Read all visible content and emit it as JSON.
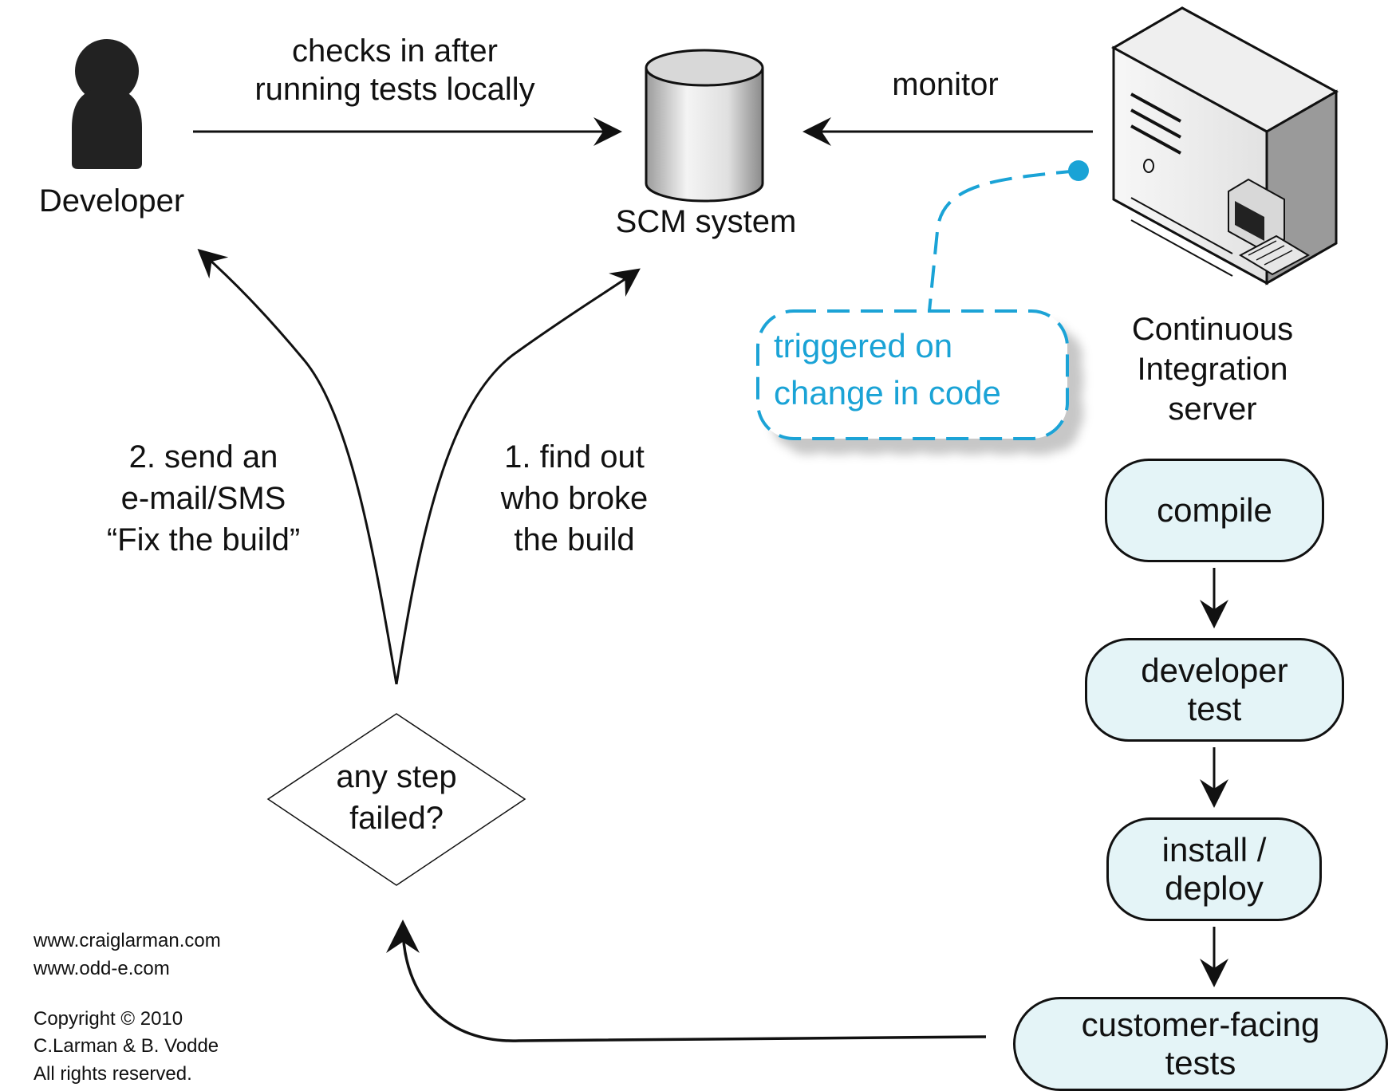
{
  "developer": {
    "label": "Developer"
  },
  "scm": {
    "label": "SCM system"
  },
  "checkin": {
    "line1": "checks in after",
    "line2": "running tests locally"
  },
  "monitor": {
    "label": "monitor"
  },
  "ci_server": {
    "line1": "Continuous",
    "line2": "Integration",
    "line3": "server"
  },
  "trigger_note": {
    "line1": "triggered on",
    "line2": "change in code"
  },
  "steps": {
    "compile": {
      "line1": "compile"
    },
    "developer_test": {
      "line1": "developer",
      "line2": "test"
    },
    "install_deploy": {
      "line1": "install /",
      "line2": "deploy"
    },
    "customer_tests": {
      "line1": "customer-facing",
      "line2": "tests"
    }
  },
  "find_out": {
    "line1": "1. find out",
    "line2": "who broke",
    "line3": "the build"
  },
  "send_email": {
    "line1": "2. send an",
    "line2": "e-mail/SMS",
    "line3": "“Fix the build”"
  },
  "decision": {
    "line1": "any step",
    "line2": "failed?"
  },
  "footer": {
    "url1": "www.craiglarman.com",
    "url2": "www.odd-e.com",
    "copyright": "Copyright © 2010",
    "authors": "C.Larman & B. Vodde",
    "rights": "All rights reserved."
  },
  "colors": {
    "note_blue": "#1aa3d6",
    "step_fill": "#e4f4f7",
    "stroke": "#111111"
  }
}
